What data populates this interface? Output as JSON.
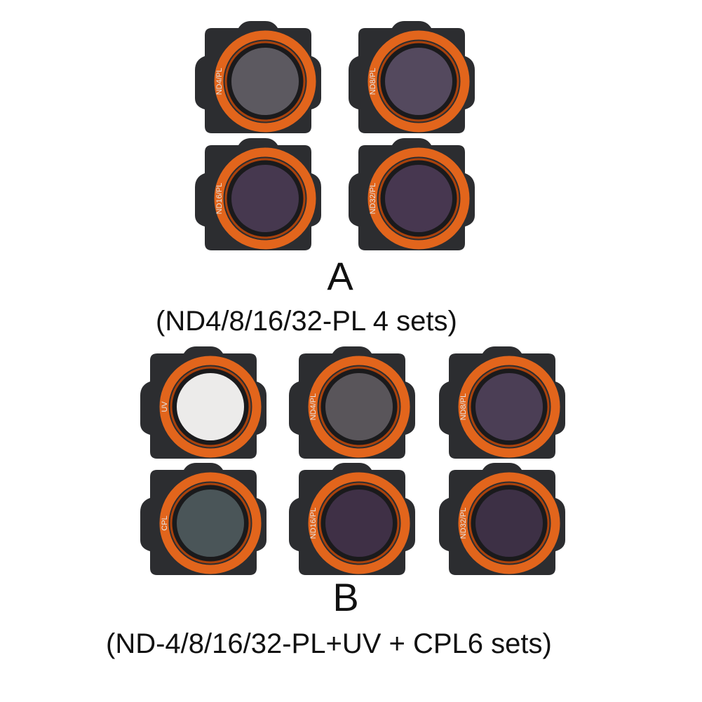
{
  "set_a": {
    "label": "A",
    "caption": "(ND4/8/16/32-PL 4 sets)",
    "filters": [
      {
        "name": "ND4/PL",
        "glass": "#5c5960"
      },
      {
        "name": "ND8/PL",
        "glass": "#54495e"
      },
      {
        "name": "ND16/PL",
        "glass": "#46384f"
      },
      {
        "name": "ND32/PL",
        "glass": "#473750"
      }
    ]
  },
  "set_b": {
    "label": "B",
    "caption": "(ND-4/8/16/32-PL+UV + CPL6 sets)",
    "filters": [
      {
        "name": "UV",
        "glass": "#ecebea"
      },
      {
        "name": "ND4/PL",
        "glass": "#59555a"
      },
      {
        "name": "ND8/PL",
        "glass": "#4b3e55"
      },
      {
        "name": "CPL",
        "glass": "#4a5558"
      },
      {
        "name": "ND16/PL",
        "glass": "#3f3046"
      },
      {
        "name": "ND32/PL",
        "glass": "#3d3045"
      }
    ]
  },
  "colors": {
    "body": "#2c2d30",
    "ring": "#e2651c",
    "ring_dark": "#a9420c"
  }
}
